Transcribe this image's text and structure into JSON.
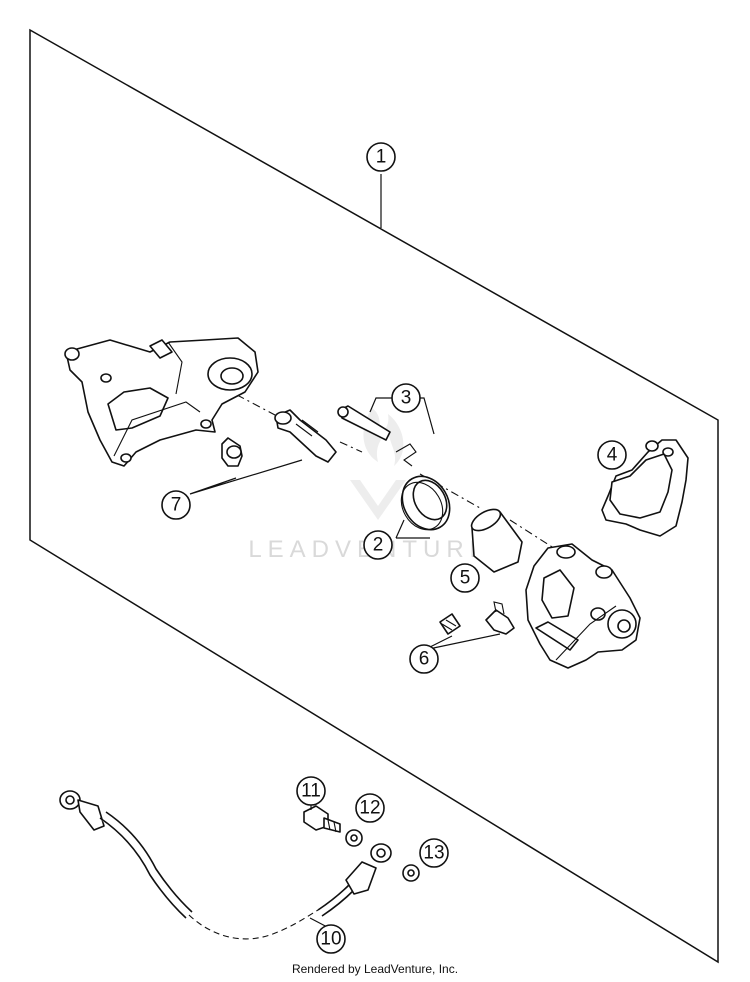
{
  "diagram": {
    "callouts": [
      {
        "id": "1",
        "label": "1"
      },
      {
        "id": "2",
        "label": "2"
      },
      {
        "id": "3",
        "label": "3"
      },
      {
        "id": "4",
        "label": "4"
      },
      {
        "id": "5",
        "label": "5"
      },
      {
        "id": "6",
        "label": "6"
      },
      {
        "id": "7",
        "label": "7"
      },
      {
        "id": "10",
        "label": "10"
      },
      {
        "id": "11",
        "label": "11"
      },
      {
        "id": "12",
        "label": "12"
      },
      {
        "id": "13",
        "label": "13"
      }
    ],
    "watermark": "LEADVENTURE"
  },
  "footer": {
    "credit": "Rendered by LeadVenture, Inc."
  }
}
